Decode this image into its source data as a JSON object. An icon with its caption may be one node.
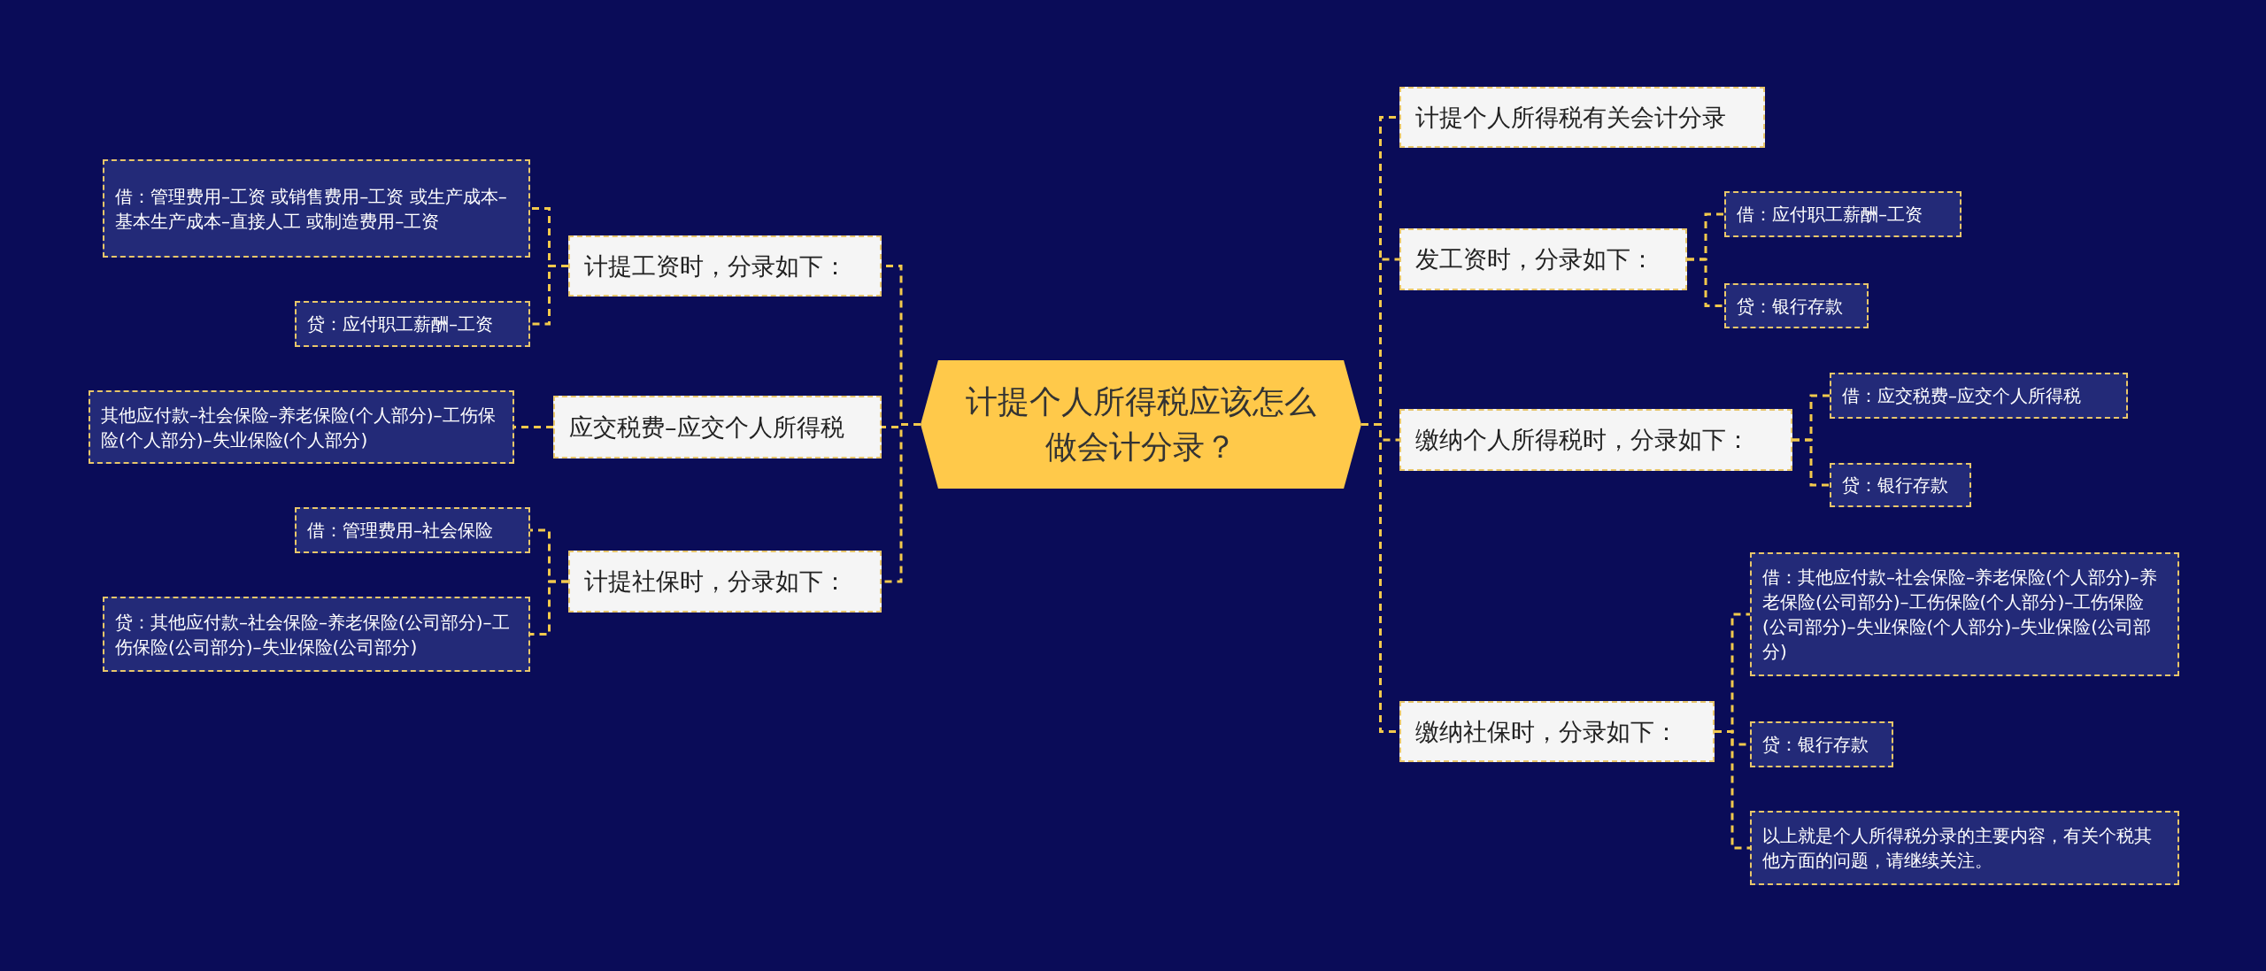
{
  "diagram": {
    "nodes": [
      {
        "text": [
          "计提个人所得税应该怎么做会计分录？"
        ]
      },
      {
        "text": [
          "计提工资时，分录如下："
        ]
      },
      {
        "text": [
          "借：管理费用–工资 或销售费用–工资 或生产成本–基本生产成本–直接人工 或制造费用–工资"
        ]
      },
      {
        "text": [
          "贷：应付职工薪酬–工资"
        ]
      },
      {
        "text": [
          "应交税费–应交个人所得税"
        ]
      },
      {
        "text": [
          "其他应付款–社会保险–养老保险(个人部分)–工伤保险(个人部分)–失业保险(个人部分)"
        ]
      },
      {
        "text": [
          "计提社保时，分录如下："
        ]
      },
      {
        "text": [
          "借：管理费用–社会保险"
        ]
      },
      {
        "text": [
          "贷：其他应付款–社会保险–养老保险(公司部分)–工伤保险(公司部分)–失业保险(公司部分)"
        ]
      },
      {
        "text": [
          "计提个人所得税有关会计分录"
        ]
      },
      {
        "text": [
          "发工资时，分录如下："
        ]
      },
      {
        "text": [
          "借：应付职工薪酬–工资"
        ]
      },
      {
        "text": [
          "贷：银行存款"
        ]
      },
      {
        "text": [
          "缴纳个人所得税时，分录如下："
        ]
      },
      {
        "text": [
          "借：应交税费–应交个人所得税"
        ]
      },
      {
        "text": [
          "贷：银行存款"
        ]
      },
      {
        "text": [
          "缴纳社保时，分录如下："
        ]
      },
      {
        "text": [
          "借：其他应付款–社会保险–养老保险(个人部分)–养老保险(公司部分)–工伤保险(个人部分)–工伤保险(公司部分)–失业保险(个人部分)–失业保险(公司部分)"
        ]
      },
      {
        "text": [
          "贷：银行存款"
        ]
      },
      {
        "text": [
          "以上就是个人所得税分录的主要内容，有关个税其他方面的问题，请继续关注。"
        ]
      }
    ],
    "edges": [
      {
        "from": 0,
        "to": 1,
        "arrow": "none"
      },
      {
        "from": 0,
        "to": 4,
        "arrow": "none"
      },
      {
        "from": 0,
        "to": 6,
        "arrow": "none"
      },
      {
        "from": 1,
        "to": 2,
        "arrow": "none"
      },
      {
        "from": 1,
        "to": 3,
        "arrow": "none"
      },
      {
        "from": 4,
        "to": 5,
        "arrow": "none"
      },
      {
        "from": 6,
        "to": 7,
        "arrow": "none"
      },
      {
        "from": 6,
        "to": 8,
        "arrow": "none"
      },
      {
        "from": 0,
        "to": 9,
        "arrow": "none"
      },
      {
        "from": 0,
        "to": 10,
        "arrow": "none"
      },
      {
        "from": 0,
        "to": 13,
        "arrow": "none"
      },
      {
        "from": 0,
        "to": 16,
        "arrow": "none"
      },
      {
        "from": 10,
        "to": 11,
        "arrow": "none"
      },
      {
        "from": 10,
        "to": 12,
        "arrow": "none"
      },
      {
        "from": 13,
        "to": 14,
        "arrow": "none"
      },
      {
        "from": 13,
        "to": 15,
        "arrow": "none"
      },
      {
        "from": 16,
        "to": 17,
        "arrow": "none"
      },
      {
        "from": 16,
        "to": 18,
        "arrow": "none"
      },
      {
        "from": 16,
        "to": 19,
        "arrow": "none"
      }
    ]
  }
}
